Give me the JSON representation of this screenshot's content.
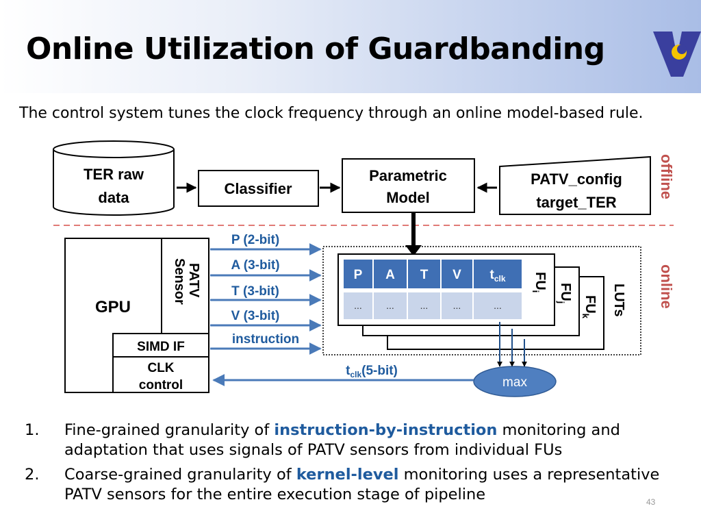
{
  "slide": {
    "title": "Online Utilization of Guardbanding",
    "subtitle": "The control system tunes the clock frequency through an online model-based rule.",
    "page_number": "43"
  },
  "diagram": {
    "ter_raw_data": [
      "TER raw",
      "data"
    ],
    "classifier": "Classifier",
    "parametric_model": [
      "Parametric",
      "Model"
    ],
    "patv_config": [
      "PATV_config",
      "target_TER"
    ],
    "offline_label": "offline",
    "online_label": "online",
    "gpu": "GPU",
    "patv_sensor": [
      "PATV",
      "Sensor"
    ],
    "simd_if": "SIMD IF",
    "clk_control": [
      "CLK",
      "control"
    ],
    "signals": [
      "P (2-bit)",
      "A (3-bit)",
      "T (3-bit)",
      "V (3-bit)",
      "instruction"
    ],
    "tclk_feedback": {
      "base": "t",
      "sub": "clk",
      "rest": "(5-bit)"
    },
    "lut_headers": [
      "P",
      "A",
      "T",
      "V"
    ],
    "lut_tclk": {
      "base": "t",
      "sub": "clk"
    },
    "lut_cells": [
      "...",
      "...",
      "...",
      "...",
      "..."
    ],
    "fu_labels": [
      {
        "base": "FU",
        "sub": "i"
      },
      {
        "base": "FU",
        "sub": "j"
      },
      {
        "base": "FU",
        "sub": "k"
      }
    ],
    "luts_label": "LUTs",
    "max_label": "max"
  },
  "bullets": [
    {
      "num": "1.",
      "before": "Fine-grained granularity of ",
      "highlight": "instruction-by-instruction",
      "after": " monitoring and adaptation that uses signals of PATV sensors from individual FUs"
    },
    {
      "num": "2.",
      "before": "Coarse-grained granularity of ",
      "highlight": "kernel-level",
      "after": " monitoring uses a representative PATV sensors for the entire execution stage of pipeline"
    }
  ],
  "colors": {
    "accent_blue": "#1f5b9e",
    "arrow_blue": "#4a7ab8",
    "label_red": "#c0504d",
    "table_header": "#3f6fb4",
    "table_cell": "#c9d5ea"
  }
}
